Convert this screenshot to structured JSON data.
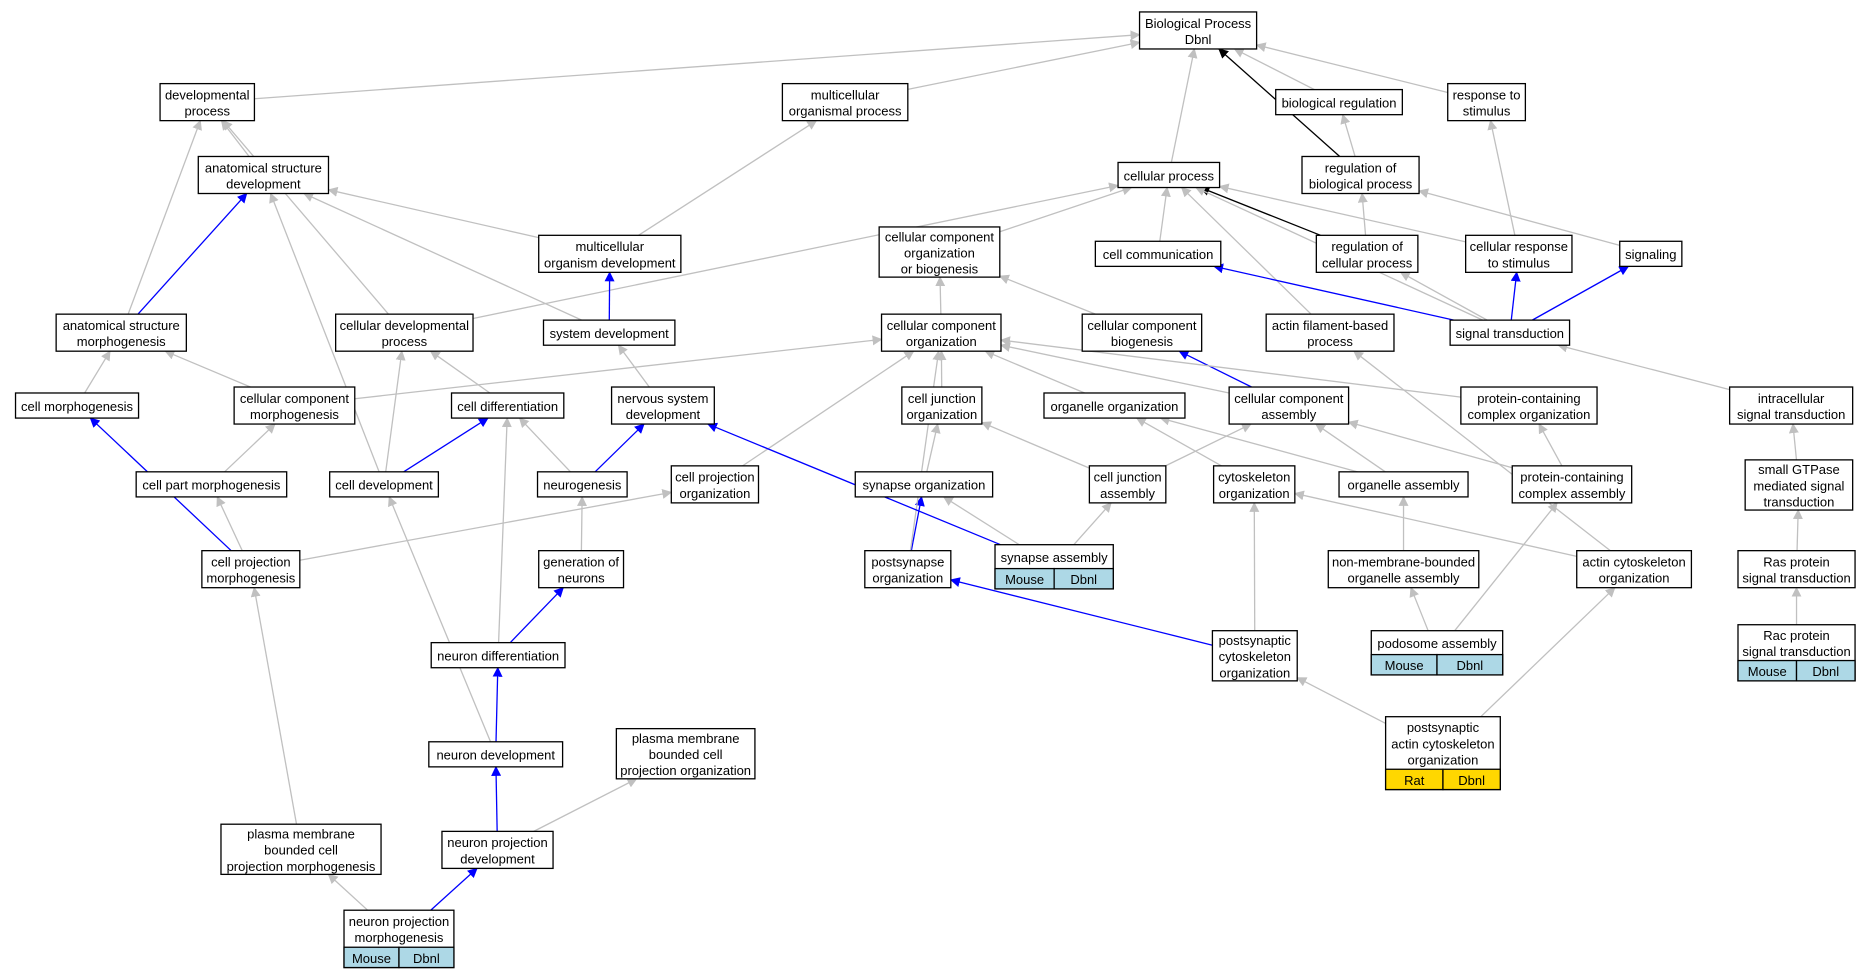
{
  "diagram": {
    "colors": {
      "is_a": "#c0c0c0",
      "part_of": "#0000ff",
      "regulates": "#000000",
      "mouse": "#add8e6",
      "rat": "#ffd700"
    },
    "nodes": {
      "bp": [
        "Biological Process",
        "Dbnl"
      ],
      "dev_proc": [
        "developmental",
        "process"
      ],
      "multi_proc": [
        "multicellular",
        "organismal process"
      ],
      "bio_reg": [
        "biological regulation"
      ],
      "resp_stim": [
        "response to",
        "stimulus"
      ],
      "anat_dev": [
        "anatomical structure",
        "development"
      ],
      "cell_proc": [
        "cellular process"
      ],
      "reg_bp": [
        "regulation of",
        "biological process"
      ],
      "multi_dev": [
        "multicellular",
        "organism development"
      ],
      "ccob": [
        "cellular component",
        "organization",
        "or biogenesis"
      ],
      "cell_comm": [
        "cell communication"
      ],
      "reg_cp": [
        "regulation of",
        "cellular process"
      ],
      "cell_resp": [
        "cellular response",
        "to stimulus"
      ],
      "signaling": [
        "signaling"
      ],
      "anat_morph": [
        "anatomical structure",
        "morphogenesis"
      ],
      "cell_dev_proc": [
        "cellular developmental",
        "process"
      ],
      "sys_dev": [
        "system development"
      ],
      "cco": [
        "cellular component",
        "organization"
      ],
      "ccb": [
        "cellular component",
        "biogenesis"
      ],
      "actin_fil": [
        "actin filament-based",
        "process"
      ],
      "sig_trans": [
        "signal transduction"
      ],
      "cell_morph": [
        "cell morphogenesis"
      ],
      "cc_morph": [
        "cellular component",
        "morphogenesis"
      ],
      "cell_diff": [
        "cell differentiation"
      ],
      "ns_dev": [
        "nervous system",
        "development"
      ],
      "cj_org": [
        "cell junction",
        "organization"
      ],
      "org_org": [
        "organelle organization"
      ],
      "cca": [
        "cellular component",
        "assembly"
      ],
      "pc_org": [
        "protein-containing",
        "complex organization"
      ],
      "intra_sig": [
        "intracellular",
        "signal transduction"
      ],
      "cell_part_morph": [
        "cell part morphogenesis"
      ],
      "cell_dev": [
        "cell development"
      ],
      "neurogenesis": [
        "neurogenesis"
      ],
      "cproj_org": [
        "cell projection",
        "organization"
      ],
      "syn_org": [
        "synapse organization"
      ],
      "cj_asm": [
        "cell junction",
        "assembly"
      ],
      "cyto_org": [
        "cytoskeleton",
        "organization"
      ],
      "org_asm": [
        "organelle assembly"
      ],
      "pc_asm": [
        "protein-containing",
        "complex assembly"
      ],
      "small_gtp": [
        "small GTPase",
        "mediated signal",
        "transduction"
      ],
      "cproj_morph": [
        "cell projection",
        "morphogenesis"
      ],
      "gen_neur": [
        "generation of",
        "neurons"
      ],
      "postsyn_org": [
        "postsynapse",
        "organization"
      ],
      "syn_asm": [
        "synapse assembly"
      ],
      "nmbo_asm": [
        "non-membrane-bounded",
        "organelle assembly"
      ],
      "actin_cyto": [
        "actin cytoskeleton",
        "organization"
      ],
      "ras_sig": [
        "Ras protein",
        "signal transduction"
      ],
      "neur_diff": [
        "neuron differentiation"
      ],
      "postsyn_cyto": [
        "postsynaptic",
        "cytoskeleton",
        "organization"
      ],
      "podosome": [
        "podosome assembly"
      ],
      "rac_sig": [
        "Rac protein",
        "signal transduction"
      ],
      "neur_dev": [
        "neuron development"
      ],
      "pmb_cpo": [
        "plasma membrane",
        "bounded cell",
        "projection organization"
      ],
      "postsyn_actin": [
        "postsynaptic",
        "actin cytoskeleton",
        "organization"
      ],
      "pmb_morph": [
        "plasma membrane",
        "bounded cell",
        "projection morphogenesis"
      ],
      "np_dev": [
        "neuron projection",
        "development"
      ],
      "np_morph": [
        "neuron projection",
        "morphogenesis"
      ]
    },
    "annotations": {
      "syn_asm": [
        {
          "species": "Mouse",
          "gene": "Dbnl",
          "color": "#add8e6"
        }
      ],
      "podosome": [
        {
          "species": "Mouse",
          "gene": "Dbnl",
          "color": "#add8e6"
        }
      ],
      "rac_sig": [
        {
          "species": "Mouse",
          "gene": "Dbnl",
          "color": "#add8e6"
        }
      ],
      "postsyn_actin": [
        {
          "species": "Rat",
          "gene": "Dbnl",
          "color": "#ffd700"
        }
      ],
      "np_morph": [
        {
          "species": "Mouse",
          "gene": "Dbnl",
          "color": "#add8e6"
        }
      ]
    },
    "edges": [
      [
        "dev_proc",
        "bp",
        "is_a"
      ],
      [
        "multi_proc",
        "bp",
        "is_a"
      ],
      [
        "bio_reg",
        "bp",
        "is_a"
      ],
      [
        "resp_stim",
        "bp",
        "is_a"
      ],
      [
        "cell_proc",
        "bp",
        "is_a"
      ],
      [
        "reg_bp",
        "bp",
        "regulates"
      ],
      [
        "reg_bp",
        "bio_reg",
        "is_a"
      ],
      [
        "anat_dev",
        "dev_proc",
        "is_a"
      ],
      [
        "multi_dev",
        "multi_proc",
        "is_a"
      ],
      [
        "multi_dev",
        "anat_dev",
        "is_a"
      ],
      [
        "ccob",
        "cell_proc",
        "is_a"
      ],
      [
        "cell_comm",
        "cell_proc",
        "is_a"
      ],
      [
        "reg_cp",
        "cell_proc",
        "regulates"
      ],
      [
        "reg_cp",
        "reg_bp",
        "is_a"
      ],
      [
        "cell_resp",
        "cell_proc",
        "is_a"
      ],
      [
        "cell_resp",
        "resp_stim",
        "is_a"
      ],
      [
        "signaling",
        "reg_bp",
        "is_a"
      ],
      [
        "anat_morph",
        "dev_proc",
        "is_a"
      ],
      [
        "anat_morph",
        "anat_dev",
        "part_of"
      ],
      [
        "cell_dev_proc",
        "cell_proc",
        "is_a"
      ],
      [
        "cell_dev_proc",
        "dev_proc",
        "is_a"
      ],
      [
        "sys_dev",
        "multi_dev",
        "part_of"
      ],
      [
        "sys_dev",
        "anat_dev",
        "is_a"
      ],
      [
        "cco",
        "ccob",
        "is_a"
      ],
      [
        "ccb",
        "ccob",
        "is_a"
      ],
      [
        "actin_fil",
        "cell_proc",
        "is_a"
      ],
      [
        "sig_trans",
        "cell_comm",
        "part_of"
      ],
      [
        "sig_trans",
        "reg_cp",
        "is_a"
      ],
      [
        "sig_trans",
        "cell_resp",
        "part_of"
      ],
      [
        "sig_trans",
        "signaling",
        "part_of"
      ],
      [
        "sig_trans",
        "cell_proc",
        "is_a"
      ],
      [
        "cell_morph",
        "anat_morph",
        "is_a"
      ],
      [
        "cc_morph",
        "anat_morph",
        "is_a"
      ],
      [
        "cc_morph",
        "cco",
        "is_a"
      ],
      [
        "cell_diff",
        "cell_dev_proc",
        "is_a"
      ],
      [
        "ns_dev",
        "sys_dev",
        "is_a"
      ],
      [
        "cj_org",
        "cco",
        "is_a"
      ],
      [
        "org_org",
        "cco",
        "is_a"
      ],
      [
        "cca",
        "ccb",
        "part_of"
      ],
      [
        "cca",
        "cco",
        "is_a"
      ],
      [
        "pc_org",
        "cco",
        "is_a"
      ],
      [
        "intra_sig",
        "sig_trans",
        "is_a"
      ],
      [
        "cell_part_morph",
        "cc_morph",
        "is_a"
      ],
      [
        "cell_dev",
        "cell_diff",
        "part_of"
      ],
      [
        "cell_dev",
        "cell_dev_proc",
        "is_a"
      ],
      [
        "cell_dev",
        "anat_dev",
        "is_a"
      ],
      [
        "neurogenesis",
        "ns_dev",
        "part_of"
      ],
      [
        "neurogenesis",
        "cell_diff",
        "is_a"
      ],
      [
        "cproj_org",
        "cco",
        "is_a"
      ],
      [
        "syn_org",
        "cj_org",
        "is_a"
      ],
      [
        "cj_asm",
        "cj_org",
        "is_a"
      ],
      [
        "cj_asm",
        "cca",
        "is_a"
      ],
      [
        "cyto_org",
        "org_org",
        "is_a"
      ],
      [
        "org_asm",
        "org_org",
        "is_a"
      ],
      [
        "org_asm",
        "cca",
        "is_a"
      ],
      [
        "pc_asm",
        "cca",
        "is_a"
      ],
      [
        "pc_asm",
        "pc_org",
        "is_a"
      ],
      [
        "small_gtp",
        "intra_sig",
        "is_a"
      ],
      [
        "cproj_morph",
        "cell_morph",
        "part_of"
      ],
      [
        "cproj_morph",
        "cell_part_morph",
        "is_a"
      ],
      [
        "cproj_morph",
        "cproj_org",
        "is_a"
      ],
      [
        "gen_neur",
        "neurogenesis",
        "is_a"
      ],
      [
        "postsyn_org",
        "syn_org",
        "part_of"
      ],
      [
        "postsyn_org",
        "cco",
        "is_a"
      ],
      [
        "syn_asm",
        "syn_org",
        "is_a"
      ],
      [
        "syn_asm",
        "cj_asm",
        "is_a"
      ],
      [
        "syn_asm",
        "ns_dev",
        "part_of"
      ],
      [
        "nmbo_asm",
        "org_asm",
        "is_a"
      ],
      [
        "actin_cyto",
        "cyto_org",
        "is_a"
      ],
      [
        "actin_cyto",
        "actin_fil",
        "is_a"
      ],
      [
        "ras_sig",
        "small_gtp",
        "is_a"
      ],
      [
        "neur_diff",
        "gen_neur",
        "part_of"
      ],
      [
        "neur_diff",
        "cell_diff",
        "is_a"
      ],
      [
        "postsyn_cyto",
        "cyto_org",
        "is_a"
      ],
      [
        "postsyn_cyto",
        "postsyn_org",
        "part_of"
      ],
      [
        "podosome",
        "nmbo_asm",
        "is_a"
      ],
      [
        "podosome",
        "pc_asm",
        "is_a"
      ],
      [
        "rac_sig",
        "ras_sig",
        "is_a"
      ],
      [
        "neur_dev",
        "neur_diff",
        "part_of"
      ],
      [
        "neur_dev",
        "cell_dev",
        "is_a"
      ],
      [
        "postsyn_actin",
        "postsyn_cyto",
        "is_a"
      ],
      [
        "postsyn_actin",
        "actin_cyto",
        "is_a"
      ],
      [
        "pmb_morph",
        "cproj_morph",
        "is_a"
      ],
      [
        "np_dev",
        "neur_dev",
        "part_of"
      ],
      [
        "np_dev",
        "pmb_cpo",
        "is_a"
      ],
      [
        "np_morph",
        "np_dev",
        "part_of"
      ],
      [
        "np_morph",
        "pmb_morph",
        "is_a"
      ]
    ]
  }
}
